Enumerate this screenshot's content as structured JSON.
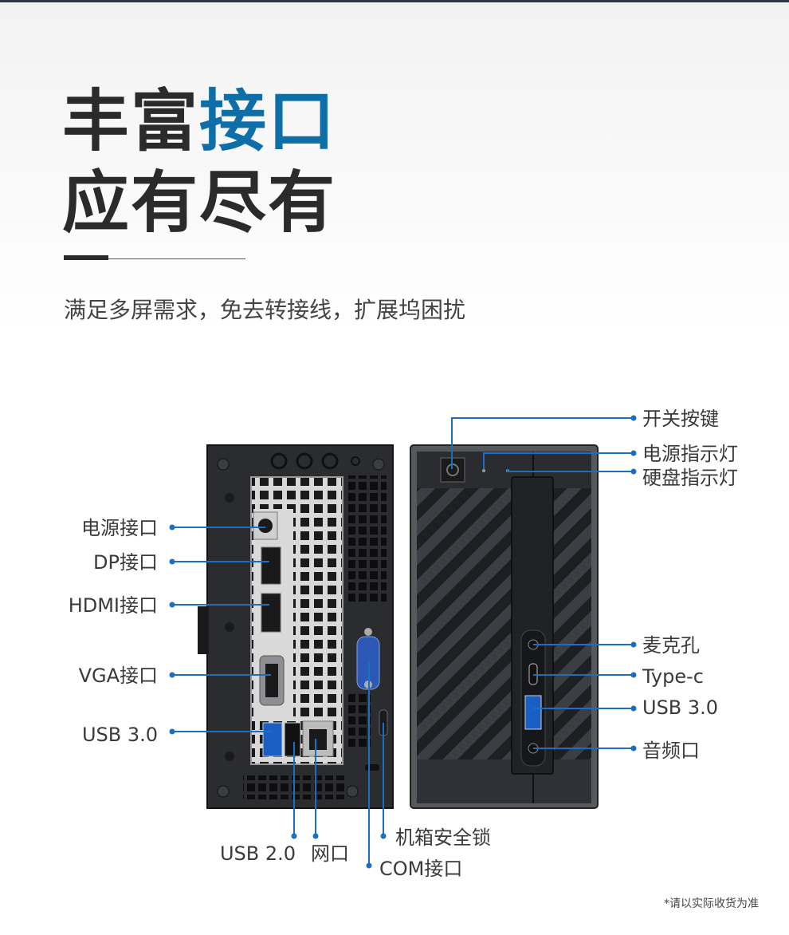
{
  "headline": {
    "line1_part1": "丰富",
    "line1_part2": "接口",
    "line2": "应有尽有"
  },
  "subtitle": "满足多屏需求，免去转接线，扩展坞困扰",
  "labels": {
    "rear": {
      "power": "电源接口",
      "dp": "DP接口",
      "hdmi": "HDMI接口",
      "vga": "VGA接口",
      "usb3": "USB 3.0",
      "usb2": "USB 2.0",
      "lan": "网口",
      "com": "COM接口",
      "lock": "机箱安全锁"
    },
    "front": {
      "power_button": "开关按键",
      "power_led": "电源指示灯",
      "hdd_led": "硬盘指示灯",
      "mic": "麦克孔",
      "typec": "Type-c",
      "usb3": "USB 3.0",
      "audio": "音频口"
    }
  },
  "footnote": "*请以实际收货为准",
  "colors": {
    "accent": "#0e6fa8",
    "callout": "#1b6fc2",
    "chassis": "#2a2c30"
  }
}
